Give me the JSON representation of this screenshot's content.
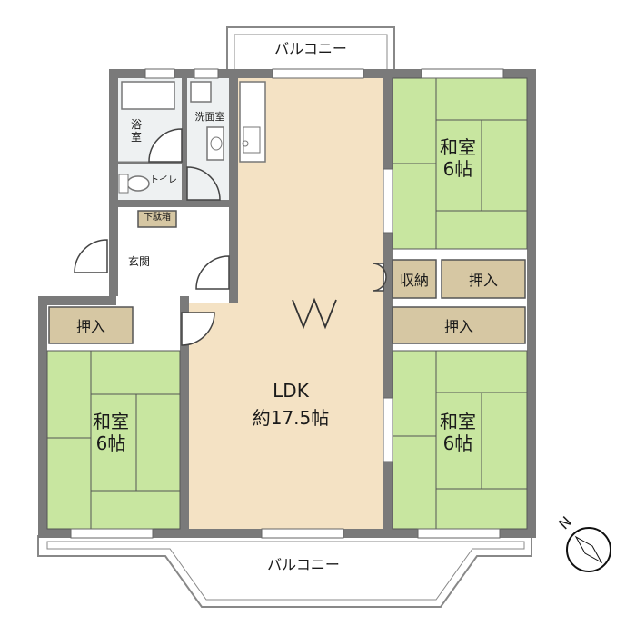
{
  "balcony_top": "バルコニー",
  "balcony_bottom": "バルコニー",
  "rooms": {
    "ldk_name": "LDK",
    "ldk_size": "約17.5帖",
    "washitsu_ne": "和室\n6帖",
    "washitsu_se": "和室\n6帖",
    "washitsu_w": "和室\n6帖",
    "bath": "浴\n室",
    "washroom": "洗面室",
    "toilet": "トイレ",
    "shoe_box": "下駄箱",
    "entrance": "玄関",
    "storage": "収納",
    "closet_ne": "押入",
    "closet_se": "押入",
    "closet_w": "押入"
  },
  "compass_label": "N",
  "colors": {
    "wall": "#7a7a7a",
    "tatami": "#c8e6a0",
    "ldk_floor": "#f4e2c4",
    "closet": "#d6c7a3",
    "wet_area": "#eef1f2"
  }
}
